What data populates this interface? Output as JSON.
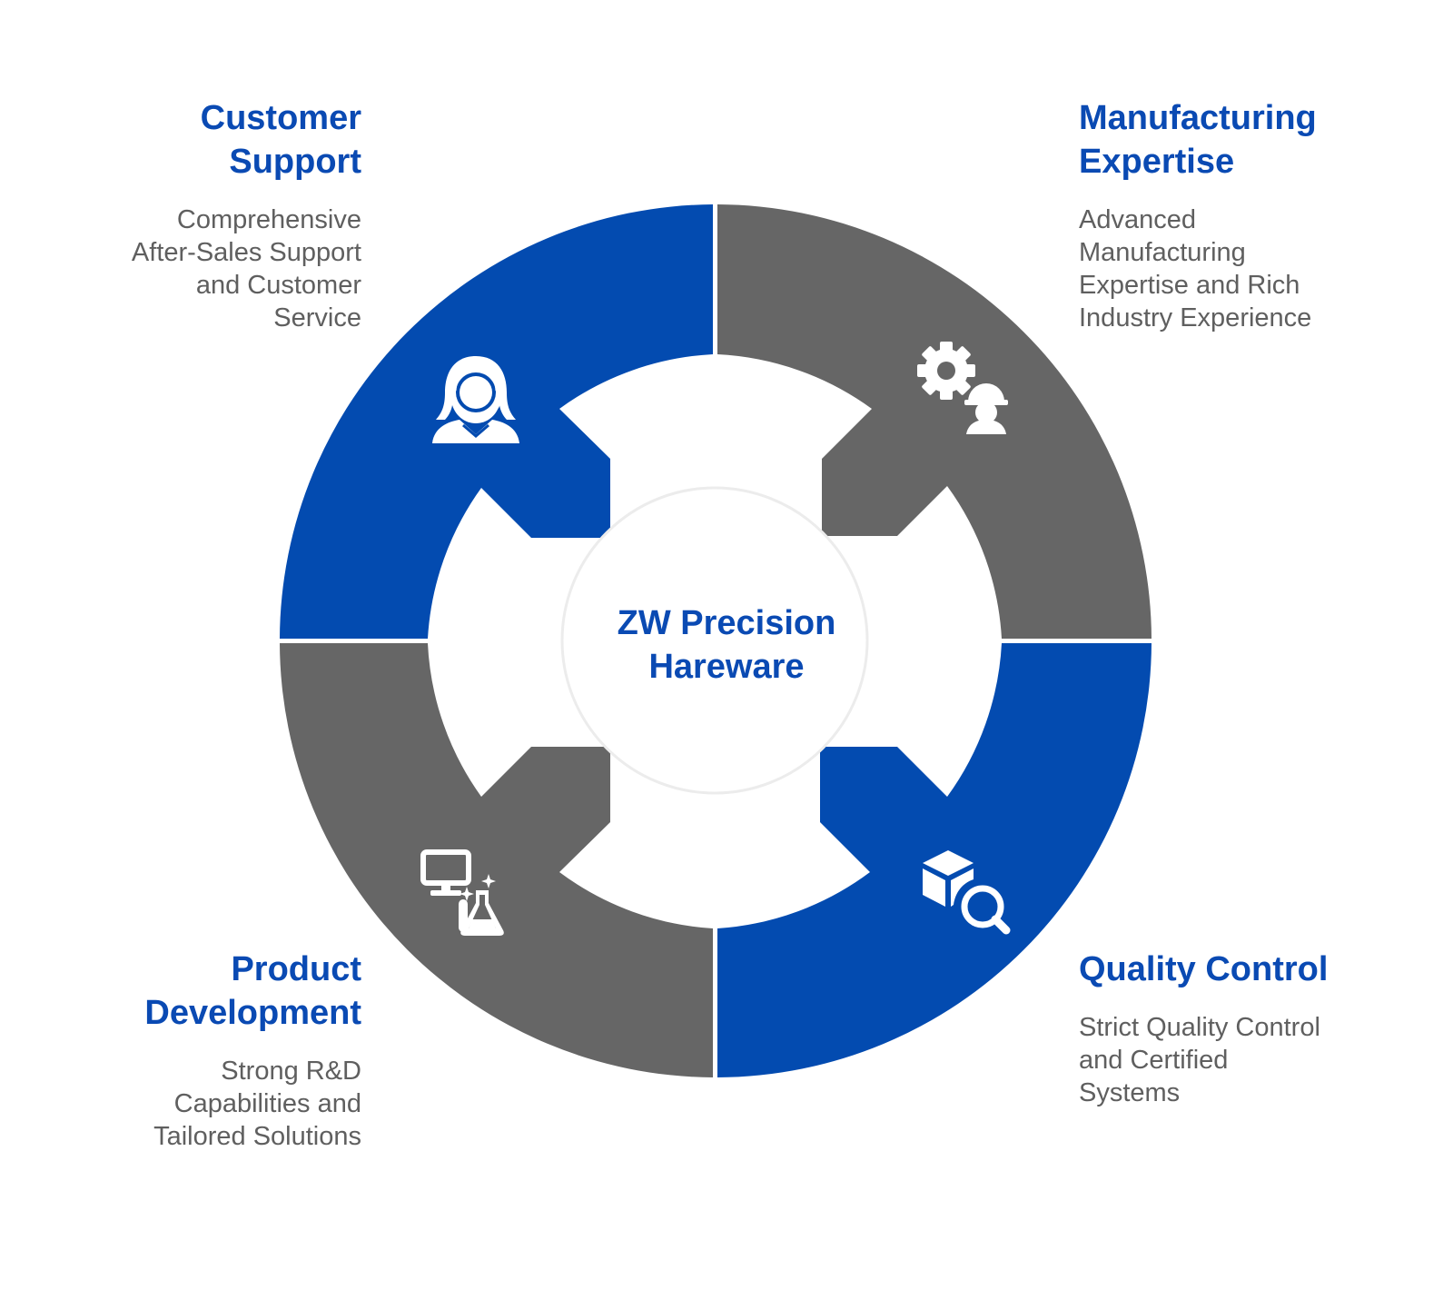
{
  "center": {
    "title": "ZW Precision\nHareware"
  },
  "colors": {
    "blue": "#034bb0",
    "gray": "#666666",
    "title": "#0a4ab3",
    "text": "#5f5f5f"
  },
  "segments": [
    {
      "id": "customer-support",
      "title": "Customer\nSupport",
      "description": "Comprehensive\nAfter-Sales Support\nand Customer\nService",
      "icon": "customer-service-agent-icon",
      "color": "blue"
    },
    {
      "id": "manufacturing-expertise",
      "title": "Manufacturing\nExpertise",
      "description": "Advanced\nManufacturing\nExpertise and Rich\nIndustry Experience",
      "icon": "gear-worker-icon",
      "color": "gray"
    },
    {
      "id": "quality-control",
      "title": "Quality Control",
      "description": "Strict Quality Control\nand Certified\nSystems",
      "icon": "box-magnifier-icon",
      "color": "blue"
    },
    {
      "id": "product-development",
      "title": "Product\nDevelopment",
      "description": "Strong R&D\nCapabilities and\nTailored Solutions",
      "icon": "computer-lab-icon",
      "color": "gray"
    }
  ]
}
